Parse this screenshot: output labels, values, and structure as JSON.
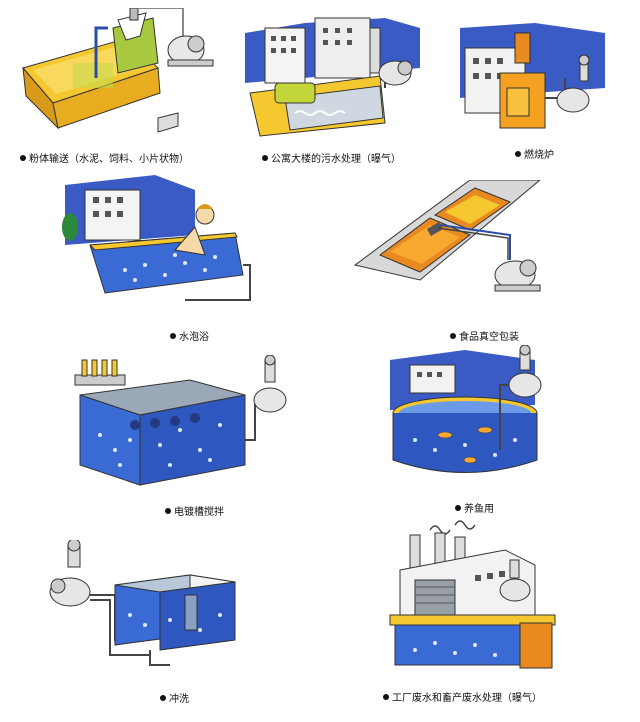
{
  "items": [
    {
      "id": "powder-conveying",
      "caption": "粉体输送（水泥、饲料、小片状物）"
    },
    {
      "id": "apartment-sewage",
      "caption": "公寓大楼的污水处理（曝气）"
    },
    {
      "id": "incinerator",
      "caption": "燃烧炉"
    },
    {
      "id": "water-bubble-bath",
      "caption": "水泡浴"
    },
    {
      "id": "food-vacuum-packing",
      "caption": "食品真空包装"
    },
    {
      "id": "electroplating-agitation",
      "caption": "电镀槽搅拌"
    },
    {
      "id": "fish-farming",
      "caption": "养鱼用"
    },
    {
      "id": "flushing",
      "caption": "冲洗"
    },
    {
      "id": "industrial-livestock-wastewater",
      "caption": "工厂废水和畜产废水处理（曝气）"
    }
  ]
}
